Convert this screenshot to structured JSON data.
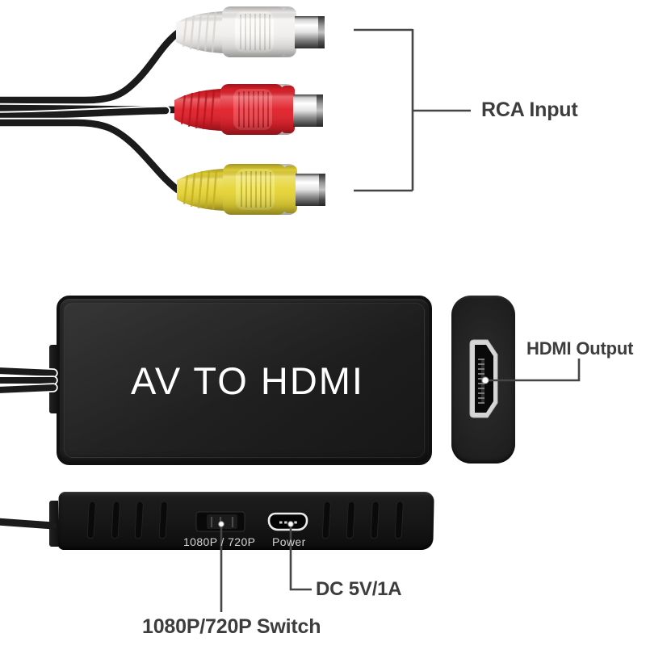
{
  "annotations": {
    "rca_input": "RCA Input",
    "hdmi_output": "HDMI Output",
    "dc_power": "DC 5V/1A",
    "switch": "1080P/720P Switch"
  },
  "converter": {
    "front_label": "AV TO HDMI",
    "bottom": {
      "switch_label": "1080P / 720P",
      "power_label": "Power"
    }
  },
  "rca": {
    "connectors": [
      {
        "name": "white",
        "color": "#f2f0ee",
        "highlight": "#fbfaf8",
        "rib": "#d5d1cc"
      },
      {
        "name": "red",
        "color": "#e1202a",
        "highlight": "#ee474e",
        "rib": "#b2131d"
      },
      {
        "name": "yellow",
        "color": "#e6d435",
        "highlight": "#f0e45b",
        "rib": "#c0ab1e"
      }
    ]
  },
  "colors": {
    "cable": "#1b1b1b",
    "device_body": "#1f1f1f",
    "annotation_line": "#454545",
    "annotation_text": "#3d3d3d",
    "device_label": "#ffffff",
    "panel_label": "#d2d2d2",
    "metal": "#cfcfcf"
  }
}
